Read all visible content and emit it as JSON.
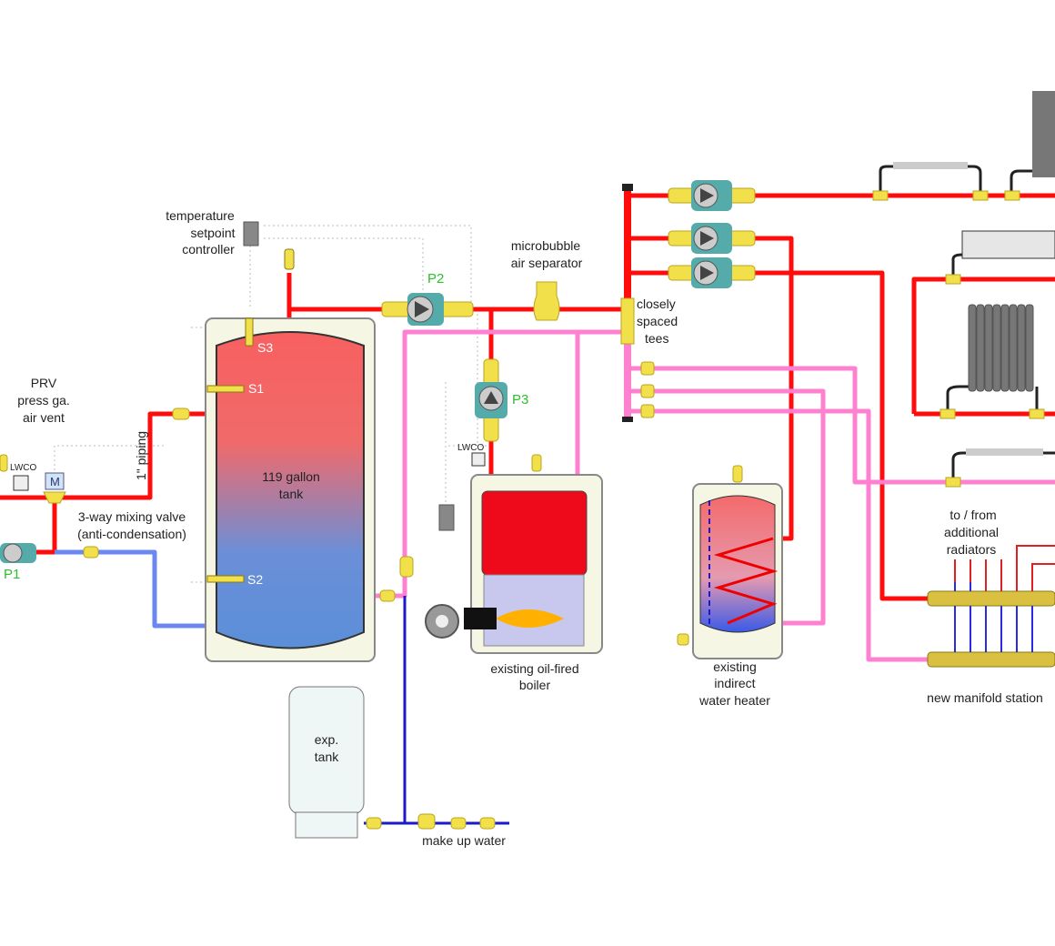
{
  "labels": {
    "controller": [
      "temperature",
      "setpoint",
      "controller"
    ],
    "air_separator": [
      "microbubble",
      "air separator"
    ],
    "tees": [
      "closely",
      "spaced",
      "tees"
    ],
    "prv": [
      "PRV",
      "press ga.",
      "air vent"
    ],
    "piping": "1\" piping",
    "mixing_valve": [
      "3-way mixing valve",
      "(anti-condensation)"
    ],
    "tank": [
      "119 gallon",
      "tank"
    ],
    "exp_tank": [
      "exp.",
      "tank"
    ],
    "boiler": [
      "existing oil-fired",
      "boiler"
    ],
    "water_heater": [
      "existing",
      "indirect",
      "water heater"
    ],
    "additional": [
      "to / from",
      "additional",
      "radiators"
    ],
    "manifold": "new manifold station",
    "makeup": "make up water",
    "lwco": "LWCO",
    "mixing_motor": "M"
  },
  "pumps": [
    "P1",
    "P2",
    "P3"
  ],
  "sensors": [
    "S1",
    "S2",
    "S3"
  ],
  "colors": {
    "supply": "#ff0d0d",
    "return": "#ff80d0",
    "cold": "#1a1acc",
    "tank_top": "#f86060",
    "tank_bottom": "#5b8fd8",
    "brass": "#f2e04a"
  }
}
